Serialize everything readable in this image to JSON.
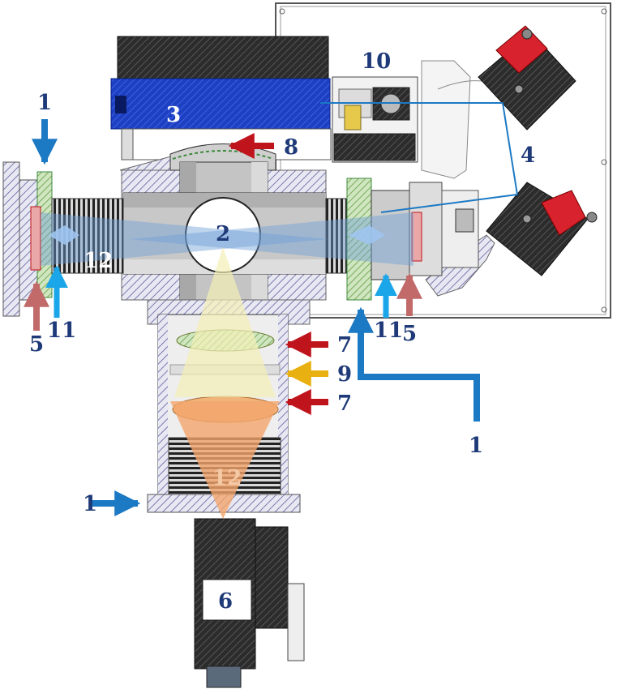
{
  "colors": {
    "label_blue": "#1f3a78",
    "label_white": "#ffffff",
    "label_peach": "#f4c9a6",
    "arrow_blue": "#1c79c4",
    "arrow_red": "#c0141c",
    "arrow_salmon": "#c26a6a",
    "arrow_cyan": "#1aa6e8",
    "arrow_yellow": "#e8b010",
    "beam_blue": "#6f9fd6",
    "camera_top_blue": "#1d3fc2",
    "red_mount": "#d8222e",
    "yellow_beam": "#f4efb6",
    "orange_beam": "#f2a56c",
    "green_seal": "#3d8a3d"
  },
  "labels": {
    "l1_top_left": "1",
    "l1_right": "1",
    "l1_bottom": "1",
    "l2": "2",
    "l3": "3",
    "l4": "4",
    "l5_left": "5",
    "l5_right": "5",
    "l6": "6",
    "l7_upper": "7",
    "l7_lower": "7",
    "l8": "8",
    "l9": "9",
    "l10": "10",
    "l11_left": "11",
    "l11_right": "11",
    "l12_left": "12",
    "l12_bottom": "12"
  }
}
